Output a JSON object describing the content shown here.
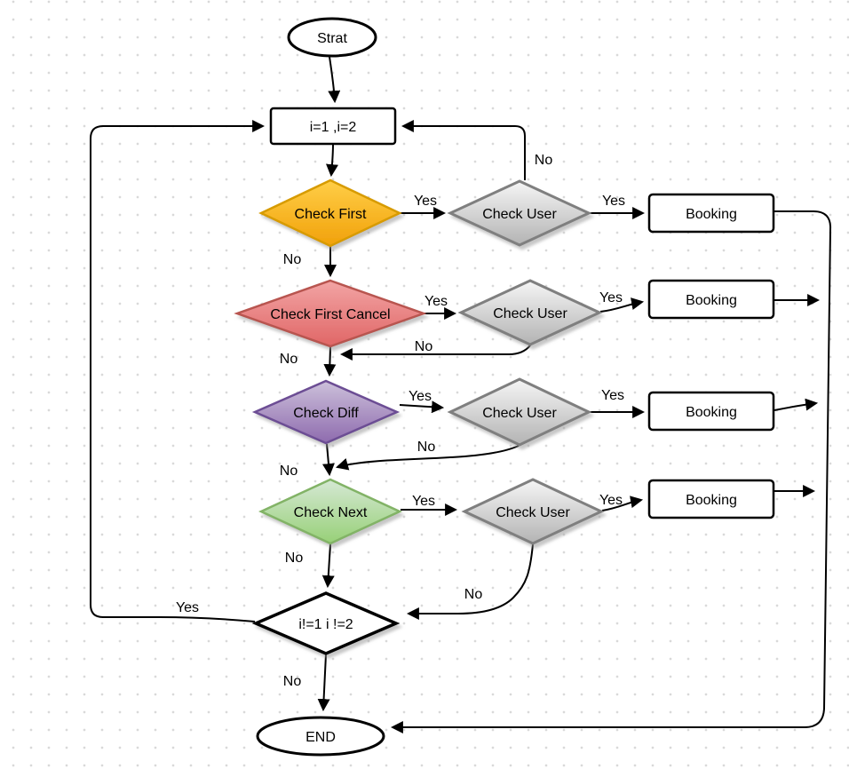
{
  "diagram": {
    "nodes": {
      "start": {
        "label": "Strat",
        "type": "terminator"
      },
      "init": {
        "label": "i=1 ,i=2",
        "type": "process"
      },
      "check_first": {
        "label": "Check First",
        "type": "decision",
        "color_name": "orange"
      },
      "check_user_1": {
        "label": "Check User",
        "type": "decision",
        "color_name": "gray"
      },
      "booking_1": {
        "label": "Booking",
        "type": "process"
      },
      "check_first_cancel": {
        "label": "Check First Cancel",
        "type": "decision",
        "color_name": "red"
      },
      "check_user_2": {
        "label": "Check User",
        "type": "decision",
        "color_name": "gray"
      },
      "booking_2": {
        "label": "Booking",
        "type": "process"
      },
      "check_diff": {
        "label": "Check Diff",
        "type": "decision",
        "color_name": "purple"
      },
      "check_user_3": {
        "label": "Check User",
        "type": "decision",
        "color_name": "gray"
      },
      "booking_3": {
        "label": "Booking",
        "type": "process"
      },
      "check_next": {
        "label": "Check Next",
        "type": "decision",
        "color_name": "green"
      },
      "check_user_4": {
        "label": "Check User",
        "type": "decision",
        "color_name": "gray"
      },
      "booking_4": {
        "label": "Booking",
        "type": "process"
      },
      "loop_check": {
        "label": "i!=1 i !=2",
        "type": "decision",
        "color_name": "white"
      },
      "end": {
        "label": "END",
        "type": "terminator"
      }
    },
    "edges": {
      "cf_yes": {
        "label": "Yes"
      },
      "cu1_yes": {
        "label": "Yes"
      },
      "cu1_no": {
        "label": "No"
      },
      "cf_no": {
        "label": "No"
      },
      "cfc_yes": {
        "label": "Yes"
      },
      "cu2_yes": {
        "label": "Yes"
      },
      "cu2_no": {
        "label": "No"
      },
      "cfc_no": {
        "label": "No"
      },
      "cd_yes": {
        "label": "Yes"
      },
      "cu3_yes": {
        "label": "Yes"
      },
      "cu3_no": {
        "label": "No"
      },
      "cd_no": {
        "label": "No"
      },
      "cn_yes": {
        "label": "Yes"
      },
      "cu4_yes": {
        "label": "Yes"
      },
      "cn_no": {
        "label": "No"
      },
      "cu4_no": {
        "label": "No"
      },
      "loop_yes": {
        "label": "Yes"
      },
      "loop_no": {
        "label": "No"
      }
    },
    "colors": {
      "line": "#000000",
      "background": "#ffffff",
      "dot_grid": "#d9d9d9",
      "orange_fill_top": "#ffce47",
      "orange_fill_bottom": "#f1a10a",
      "orange_stroke": "#d79b00",
      "red_fill_top": "#f2a4a4",
      "red_fill_bottom": "#e06666",
      "red_stroke": "#b85450",
      "purple_fill_top": "#ccc0da",
      "purple_fill_bottom": "#8e6bae",
      "purple_stroke": "#6c4d94",
      "green_fill_top": "#d5e8d4",
      "green_fill_bottom": "#97d077",
      "green_stroke": "#82b366",
      "gray_fill_top": "#f5f5f5",
      "gray_fill_bottom": "#b3b3b3",
      "gray_stroke": "#7f7f7f"
    }
  }
}
